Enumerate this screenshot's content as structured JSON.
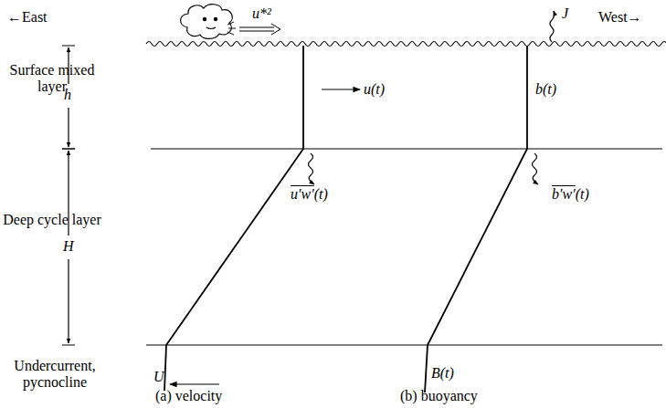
{
  "diagram": {
    "labels": [
      "←East",
      "West→",
      "u*²",
      "J",
      "Surface mixed layer",
      "h",
      "u(t)",
      "b(t)",
      "u′w′",
      "(t)",
      "b′w′",
      "(t)",
      "Deep cycle layer",
      "H",
      "U",
      "B(t)",
      "Undercurrent, pycnocline",
      "(a) velocity",
      "(b) buoyancy"
    ]
  }
}
